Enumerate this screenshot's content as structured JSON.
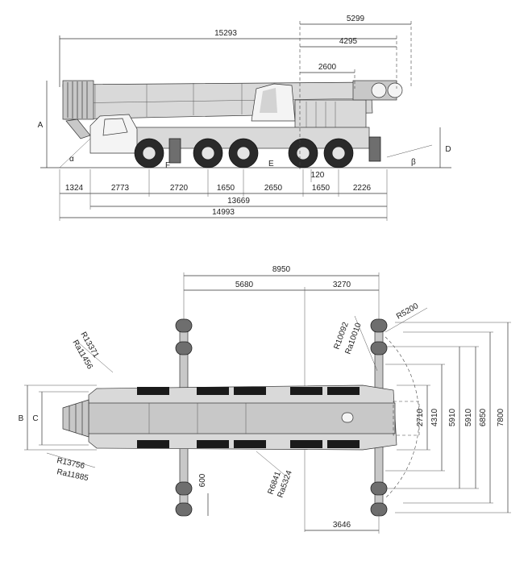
{
  "side_view": {
    "dims": {
      "overall_boom": "15293",
      "front_overhang": "5299",
      "rear_4295": "4295",
      "rear_2600": "2600",
      "axle_1324": "1324",
      "axle_2773": "2773",
      "axle_2720": "2720",
      "axle_1650a": "1650",
      "axle_2650": "2650",
      "axle_1650b": "1650",
      "axle_2226": "2226",
      "ground_120": "120",
      "wheelbase_total": "13669",
      "overall_length": "14993"
    },
    "labels": {
      "A": "A",
      "D": "D",
      "E": "E",
      "F": "F",
      "alpha": "α",
      "beta": "β"
    }
  },
  "top_view": {
    "dims": {
      "width_8950": "8950",
      "width_5680": "5680",
      "width_3270": "3270",
      "width_3646": "3646",
      "outrigger_600": "600",
      "h_2710": "2710",
      "h_4310": "4310",
      "h_5910a": "5910",
      "h_5910b": "5910",
      "h_6850": "6850",
      "h_7800": "7800"
    },
    "labels": {
      "B": "B",
      "C": "C",
      "r5200": "R5200",
      "r10092": "R10092",
      "ra10010": "Ra10010",
      "r13371": "R13371",
      "ra11456": "Ra11456",
      "r13756": "R13756",
      "ra11885": "Ra11885",
      "r6841": "R6841",
      "ra5324": "Ra5324"
    }
  }
}
